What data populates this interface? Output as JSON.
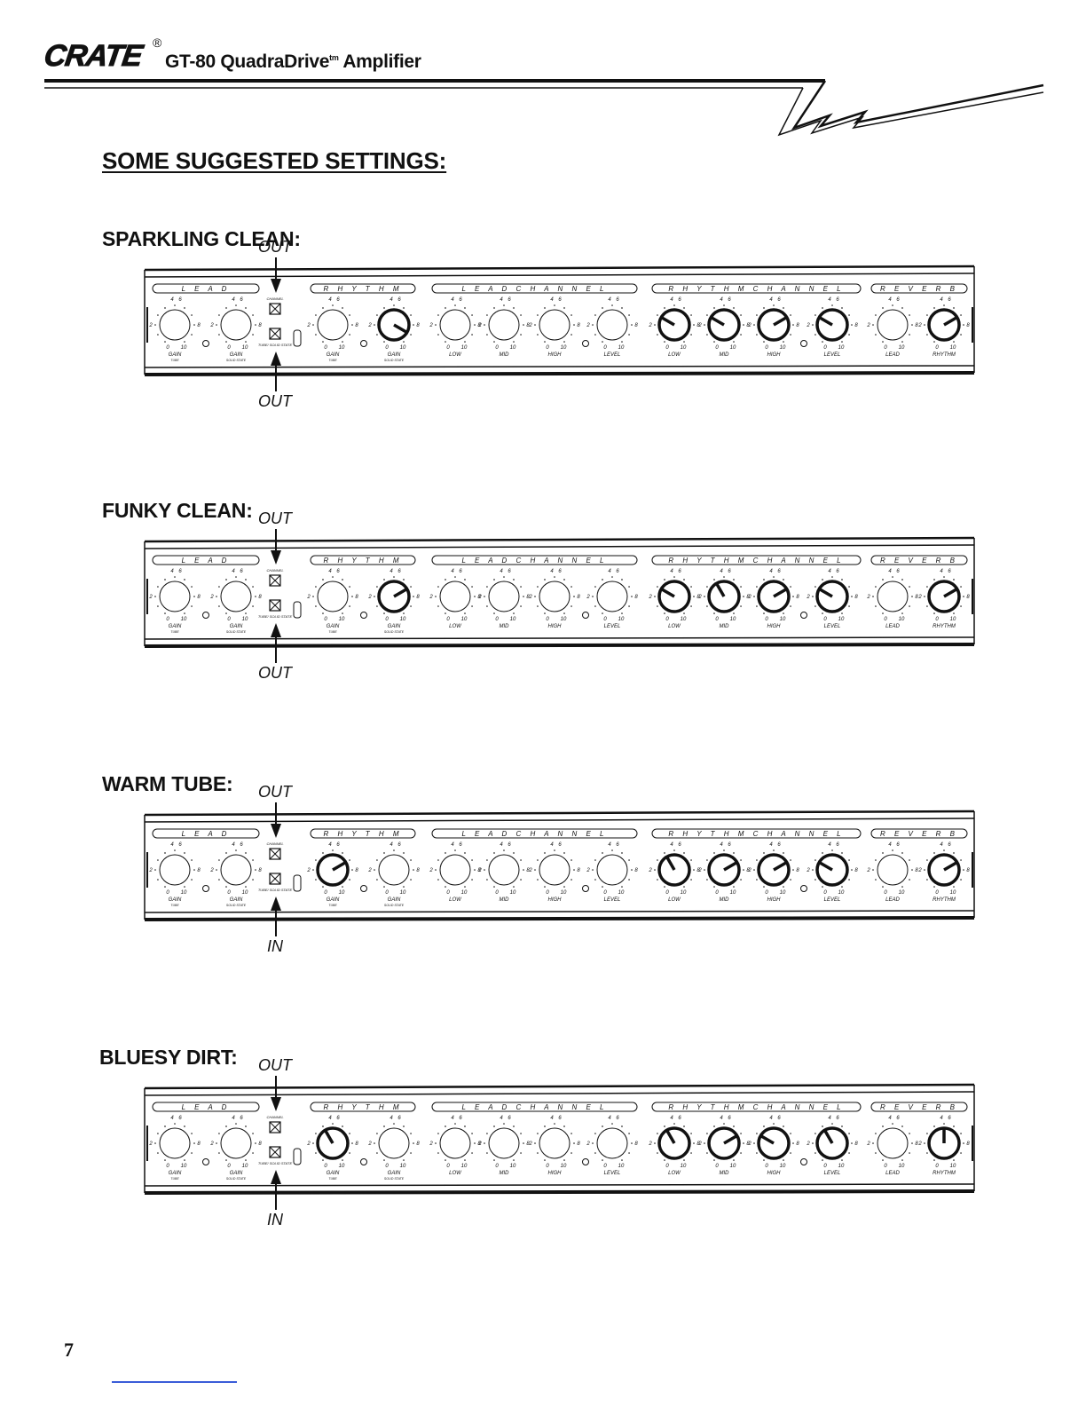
{
  "header": {
    "logo_text": "CRATE",
    "registered_mark": "®",
    "title": "GT-80 QuadraDrive",
    "title_tm": "tm",
    "title_suffix": " Amplifier"
  },
  "main_heading": "SOME SUGGESTED SETTINGS:",
  "panel_labels": {
    "knob_labels": [
      "GAIN",
      "GAIN",
      "GAIN",
      "GAIN",
      "LOW",
      "MID",
      "HIGH",
      "LEVEL",
      "LOW",
      "MID",
      "HIGH",
      "LEVEL",
      "LEAD",
      "RHYTHM"
    ],
    "knob_sublabels": [
      "TUBE",
      "SOLID STATE",
      "TUBE",
      "SOLID STATE"
    ],
    "scale": [
      "4",
      "6",
      "2",
      "8",
      "0",
      "10"
    ],
    "groups": [
      "LEAD",
      "RHYTHM",
      "LEAD CHANNEL",
      "RHYTHM CHANNEL",
      "REVERB"
    ],
    "switch_labels": [
      "CHANNEL",
      "TUBE/ SOLID STATE"
    ]
  },
  "settings": [
    {
      "title": "SPARKLING CLEAN:",
      "top_arrow": "OUT",
      "bottom_arrow": "OUT",
      "knobs": [
        null,
        null,
        null,
        9,
        null,
        null,
        null,
        null,
        3,
        3,
        7,
        3,
        null,
        7
      ]
    },
    {
      "title": "FUNKY CLEAN:",
      "top_arrow": "OUT",
      "bottom_arrow": "OUT",
      "knobs": [
        null,
        null,
        null,
        7,
        null,
        null,
        null,
        null,
        3,
        4,
        7,
        3,
        null,
        7
      ]
    },
    {
      "title": "WARM TUBE:",
      "top_arrow": "OUT",
      "bottom_arrow": "IN",
      "knobs": [
        null,
        null,
        7,
        null,
        null,
        null,
        null,
        null,
        4,
        7,
        7,
        3,
        null,
        7
      ]
    },
    {
      "title": "BLUESY DIRT:",
      "top_arrow": "OUT",
      "bottom_arrow": "IN",
      "knobs": [
        null,
        null,
        4,
        null,
        null,
        null,
        null,
        null,
        4,
        7,
        3,
        4,
        null,
        5
      ]
    }
  ],
  "page_number": "7"
}
